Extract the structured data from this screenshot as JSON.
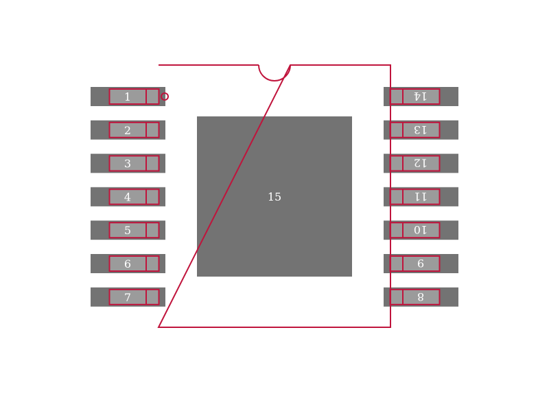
{
  "colors": {
    "pad_fill": "#737373",
    "pin_fill": "#9b9b9b",
    "outline": "#c0143c",
    "label": "#ffffff",
    "background": "#ffffff"
  },
  "left_pins": [
    "1",
    "2",
    "3",
    "4",
    "5",
    "6",
    "7"
  ],
  "right_pins": [
    "14",
    "13",
    "12",
    "11",
    "10",
    "9",
    "8"
  ],
  "exposed_pad": {
    "label": "15"
  },
  "markers": [
    "pin1-dot-icon",
    "notch-icon"
  ]
}
